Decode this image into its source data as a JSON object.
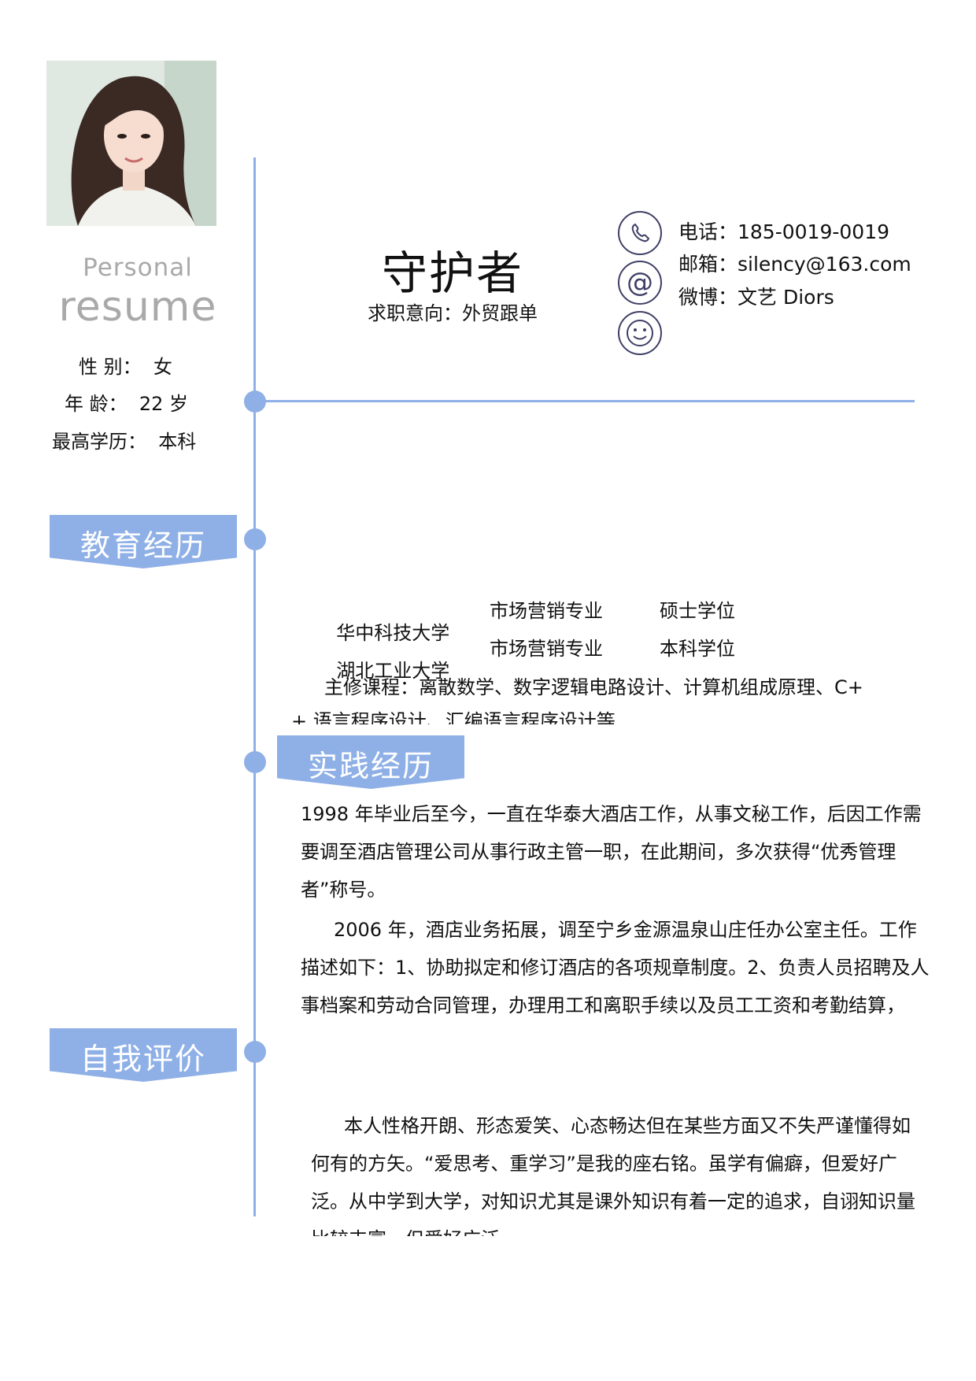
{
  "left": {
    "personal": "Personal",
    "resume": "resume",
    "gender": "性 别：  女",
    "age": "年 龄：  22 岁",
    "education": "最高学历：  本科"
  },
  "header": {
    "name": "守护者",
    "objective": "求职意向：外贸跟单"
  },
  "contact": {
    "phone": "电话：185-0019-0019",
    "email": "邮箱：silency@163.com",
    "weibo": "微博：文艺 Diors"
  },
  "icons": {
    "phone": "phone-icon",
    "email": "at-sign-icon",
    "weibo": "smiley-icon"
  },
  "sections": {
    "education": {
      "title": "教育经历",
      "rows": [
        {
          "school": "华中科技大学",
          "major": "市场营销专业",
          "degree": "硕士学位"
        },
        {
          "school": "湖北工业大学",
          "major": "市场营销专业",
          "degree": "本科学位"
        }
      ],
      "courses_line1": "主修课程：离散数学、数字逻辑电路设计、计算机组成原理、C+",
      "courses_line2": "+ 语言程序设计、汇编语言程序设计等"
    },
    "practice": {
      "title": "实践经历",
      "paragraph1": " 1998 年毕业后至今，一直在华泰大酒店工作，从事文秘工作，后因工作需要调至酒店管理公司从事行政主管一职，在此期间，多次获得“优秀管理者”称号。",
      "paragraph2": "2006 年，酒店业务拓展，调至宁乡金源温泉山庄任办公室主任。工作描述如下：1、协助拟定和修订酒店的各项规章制度。2、负责人员招聘及人事档案和劳动合同管理，办理用工和离职手续以及员工工资和考勤结算，"
    },
    "self": {
      "title": "自我评价",
      "paragraph": "本人性格开朗、形态爱笑、心态畅达但在某些方面又不失严谨懂得如何有的方矢。“爱思考、重学习”是我的座右铭。虽学有偏癖，但爱好广泛。从中学到大学，对知识尤其是课外知识有着一定的追求，自诩知识量比较丰富，但爱好广泛"
    }
  }
}
